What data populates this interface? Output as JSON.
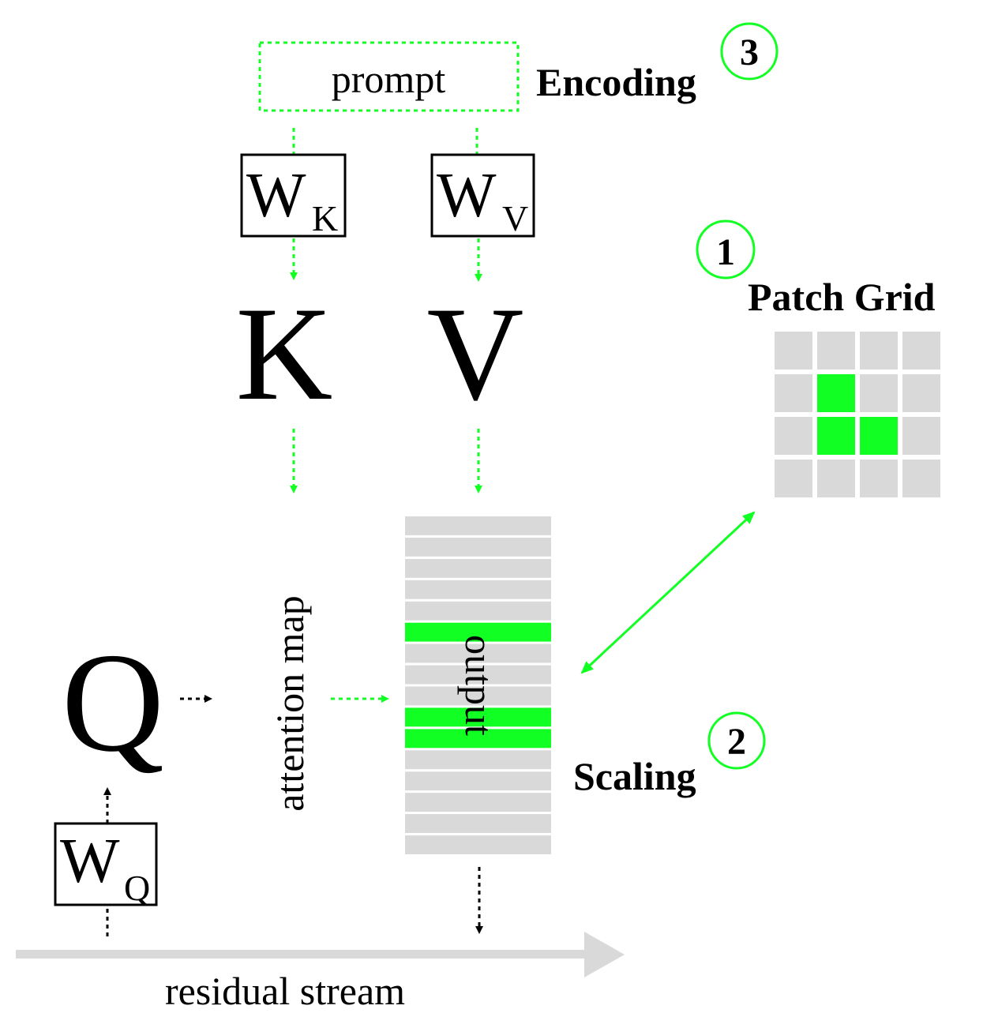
{
  "colors": {
    "accent": "#11ff22",
    "gray": "#d9d9d9",
    "text": "#000000"
  },
  "prompt": {
    "label": "prompt"
  },
  "encoding": {
    "label": "Encoding",
    "badge": "3"
  },
  "weights": {
    "wk": {
      "main": "W",
      "sub": "K"
    },
    "wv": {
      "main": "W",
      "sub": "V"
    },
    "wq": {
      "main": "W",
      "sub": "Q"
    }
  },
  "symbols": {
    "k": "K",
    "v": "V",
    "q": "Q"
  },
  "attention_map": {
    "label": "attention map"
  },
  "output": {
    "label": "output",
    "rows": 16,
    "highlighted_rows": [
      5,
      9,
      10
    ]
  },
  "patch_grid": {
    "label": "Patch Grid",
    "badge": "1",
    "rows": 4,
    "cols": 4,
    "highlighted_cells": [
      [
        1,
        1
      ],
      [
        2,
        1
      ],
      [
        2,
        2
      ]
    ]
  },
  "scaling": {
    "label": "Scaling",
    "badge": "2"
  },
  "residual_stream": {
    "label": "residual stream"
  }
}
